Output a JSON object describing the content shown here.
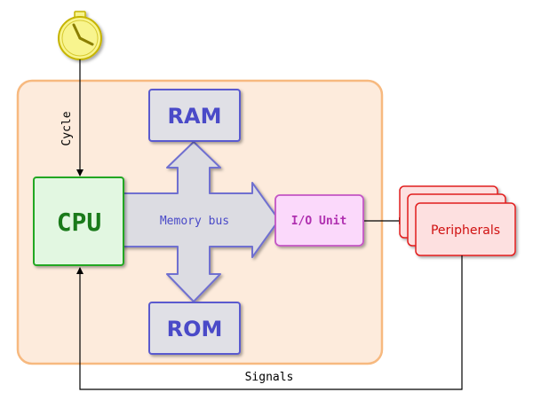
{
  "diagram": {
    "clock": {
      "icon": "clock-icon"
    },
    "cycle_label": "Cycle",
    "cpu_label": "CPU",
    "ram_label": "RAM",
    "rom_label": "ROM",
    "bus_label": "Memory bus",
    "io_label": "I/O Unit",
    "peripherals_label": "Peripherals",
    "signals_label": "Signals"
  },
  "colors": {
    "system_fill": "#fdebdc",
    "system_border": "#f7b97f",
    "cpu_fill": "#e2f7e1",
    "cpu_border": "#22a722",
    "cpu_text": "#1a7a1a",
    "memory_fill": "#e0e0e6",
    "memory_border": "#5a5acf",
    "memory_text": "#4a4ac8",
    "bus_fill": "#dcdce2",
    "bus_border": "#6f6fd0",
    "io_fill": "#fbd9fb",
    "io_border": "#c455c4",
    "io_text": "#b030b0",
    "peripheral_fill": "#fde0e0",
    "peripheral_border": "#e21e1e",
    "peripheral_text": "#d01010",
    "clock_face": "#f8f48e",
    "clock_border": "#c6b400"
  }
}
